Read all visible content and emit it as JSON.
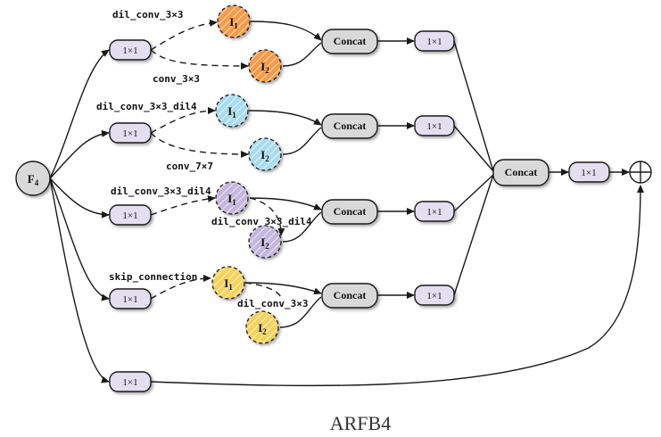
{
  "diagram": {
    "caption": "ARFB4",
    "input_node": {
      "main": "F",
      "sub": "4"
    },
    "conv1x1_label": "1×1",
    "concat_label": "Concat",
    "colors": {
      "orange": "#f79a4a",
      "blue": "#a9dcec",
      "purple": "#c5b7dc",
      "yellow": "#f3d35e",
      "box_fill": "#e3def0",
      "concat_fill": "#d9d9d9",
      "stroke": "#1a1a1a"
    },
    "branches": [
      {
        "color_key": "orange",
        "i1_label": "dil_conv_3×3",
        "i2_label": "conv_3×3"
      },
      {
        "color_key": "blue",
        "i1_label": "dil_conv_3×3_dil4",
        "i2_label": "conv_7×7"
      },
      {
        "color_key": "purple",
        "i1_label": "dil_conv_3×3_dil4",
        "i2_label": "dil_conv_3×3_dil4"
      },
      {
        "color_key": "yellow",
        "i1_label": "skip_connection",
        "i2_label": "dil_conv_3×3"
      }
    ],
    "i_node": {
      "i1_main": "I",
      "i1_sub": "1",
      "i2_main": "I",
      "i2_sub": "2"
    },
    "final_node_icon": "circle-plus-icon"
  }
}
